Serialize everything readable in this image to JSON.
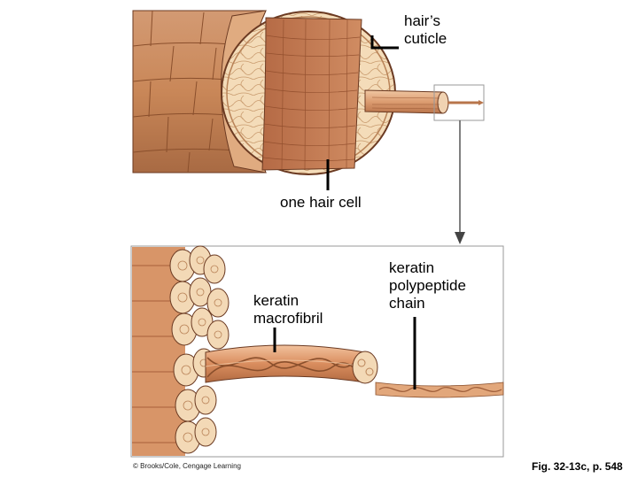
{
  "labels": {
    "cuticle": "hair’s\ncuticle",
    "hair_cell": "one hair cell",
    "macrofibril": "keratin\nmacrofibril",
    "polypeptide": "keratin\npolypeptide\nchain"
  },
  "credit": "© Brooks/Cole, Cengage Learning",
  "figure_ref": "Fig. 32-13c, p. 548",
  "colors": {
    "fiber_light": "#e9b68e",
    "fiber_mid": "#d89568",
    "fiber_dark": "#a9603a",
    "cortex": "#c57a52",
    "cross_section": "#f3d9b6",
    "outline": "#6b3a22",
    "box_border": "#9a9a9a"
  }
}
